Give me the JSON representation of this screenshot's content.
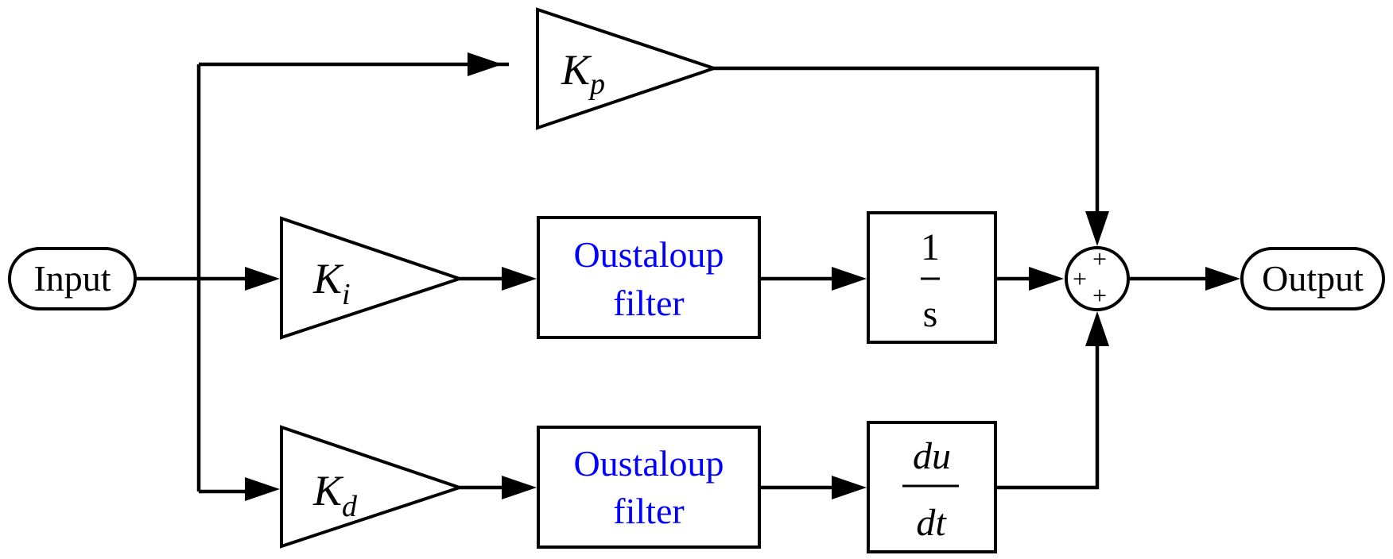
{
  "input_label": "Input",
  "output_label": "Output",
  "gains": {
    "proportional": {
      "symbol": "K",
      "subscript": "p"
    },
    "integral": {
      "symbol": "K",
      "subscript": "i"
    },
    "derivative": {
      "symbol": "K",
      "subscript": "d"
    }
  },
  "filters": {
    "integral": {
      "line1": "Oustaloup",
      "line2": "filter"
    },
    "derivative": {
      "line1": "Oustaloup",
      "line2": "filter"
    }
  },
  "integrator": {
    "numerator": "1",
    "denominator": "s"
  },
  "differentiator": {
    "numerator": "du",
    "denominator": "dt"
  },
  "summer": {
    "signs": [
      "+",
      "+",
      "+"
    ]
  },
  "colors": {
    "filter_text": "#0000ff",
    "line": "#000000",
    "background": "#ffffff"
  }
}
